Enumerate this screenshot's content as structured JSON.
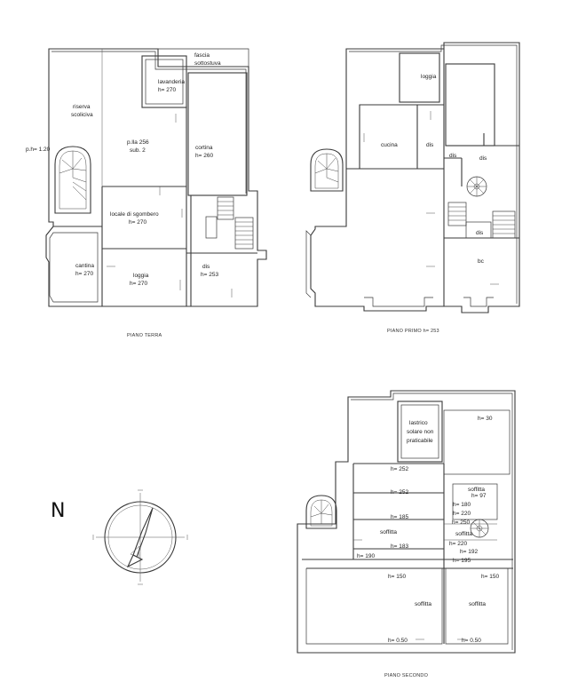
{
  "floors": {
    "ground": {
      "title": "PIANO TERRA",
      "labels": {
        "fascia_l1": "fascia",
        "fascia_l2": "sottostuva",
        "lavanderia_l1": "lavanderia",
        "lavanderia_l2": "h= 270",
        "riserva_l1": "riserva",
        "riserva_l2": "scoliciva",
        "part_l1": "p.lla 256",
        "part_l2": "sub. 2",
        "cortina_l1": "cortina",
        "cortina_l2": "h= 260",
        "height_left": "p.h= 1.20",
        "locale_l1": "locale di sgombero",
        "locale_l2": "h= 270",
        "cantina_l1": "cantina",
        "cantina_l2": "h= 270",
        "loggia_l1": "loggia",
        "loggia_l2": "h= 270",
        "dis_l1": "dis",
        "dis_l2": "h= 253"
      }
    },
    "first": {
      "title": "PIANO PRIMO h= 253",
      "labels": {
        "loggia": "loggia",
        "cucina": "cucina",
        "dis1": "dis",
        "dis2": "dis",
        "dis3": "dis",
        "dis4": "dis",
        "wc": "bc"
      }
    },
    "second": {
      "title": "PIANO SECONDO",
      "labels": {
        "lastrico_l1": "lastrico",
        "lastrico_l2": "solare non",
        "lastrico_l3": "praticabile",
        "h30": "h= 30",
        "h252a": "h= 252",
        "h252b": "h= 252",
        "h185": "h= 185",
        "soffitta_mid": "soffitta",
        "h183": "h= 183",
        "h190": "h= 190",
        "soffitta_small1": "soffitta",
        "h97": "h= 97",
        "h180": "h= 180",
        "h220a": "h= 220",
        "h250": "h= 250",
        "soffitta_small2": "soffitta",
        "h220b": "h= 220",
        "h192": "h= 192",
        "h195": "h= 195",
        "h150a": "h= 150",
        "h150b": "h= 150",
        "soffitta_big1": "soffitta",
        "soffitta_big2": "soffitta",
        "h050a": "h= 0.50",
        "h050b": "h= 0.50"
      }
    }
  },
  "compass": {
    "letter": "N"
  }
}
